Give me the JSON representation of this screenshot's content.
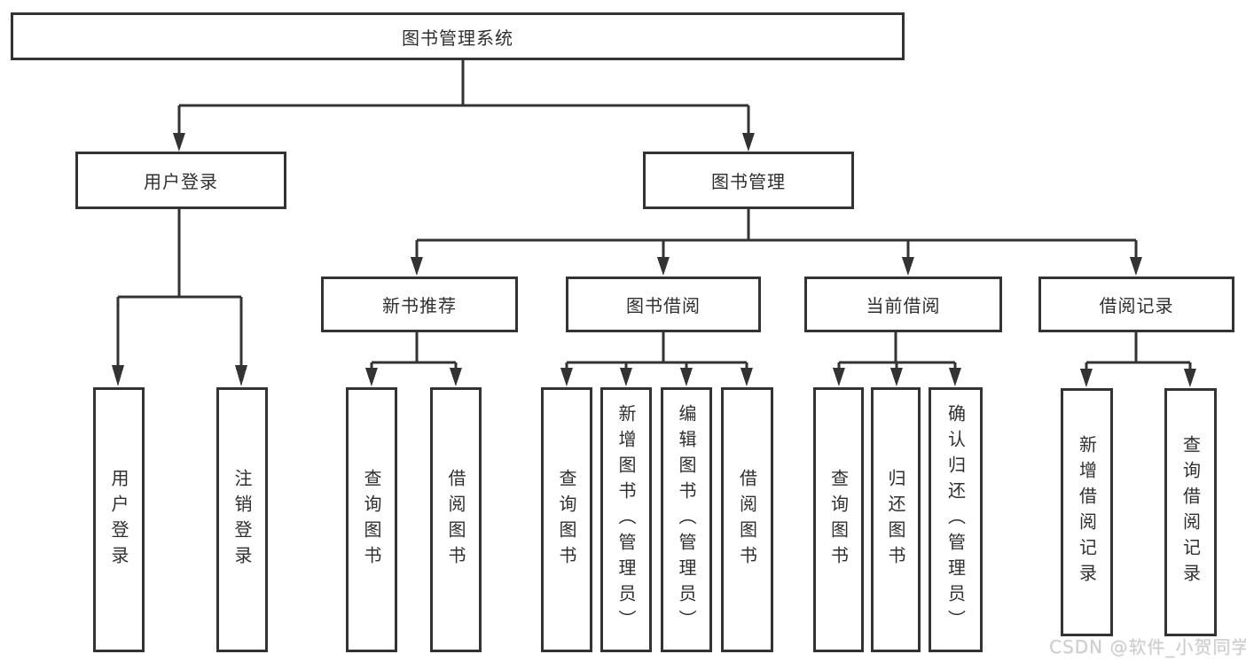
{
  "diagram": {
    "title": "图书管理系统",
    "branches": [
      {
        "label": "用户登录",
        "children": [
          {
            "label": "用户登录"
          },
          {
            "label": "注销登录"
          }
        ]
      },
      {
        "label": "图书管理",
        "children": [
          {
            "label": "新书推荐",
            "children": [
              {
                "label": "查询图书"
              },
              {
                "label": "借阅图书"
              }
            ]
          },
          {
            "label": "图书借阅",
            "children": [
              {
                "label": "查询图书"
              },
              {
                "label": "新增图书（管理员）"
              },
              {
                "label": "编辑图书（管理员）"
              },
              {
                "label": "借阅图书"
              }
            ]
          },
          {
            "label": "当前借阅",
            "children": [
              {
                "label": "查询图书"
              },
              {
                "label": "归还图书"
              },
              {
                "label": "确认归还（管理员）"
              }
            ]
          },
          {
            "label": "借阅记录",
            "children": [
              {
                "label": "新增借阅记录"
              },
              {
                "label": "查询借阅记录"
              }
            ]
          }
        ]
      }
    ]
  },
  "watermark": "CSDN @软件_小贺同学",
  "colors": {
    "line": "#333333",
    "text": "#2f2f2f",
    "box_background": "#ffffff",
    "watermark": "#cccccc"
  }
}
